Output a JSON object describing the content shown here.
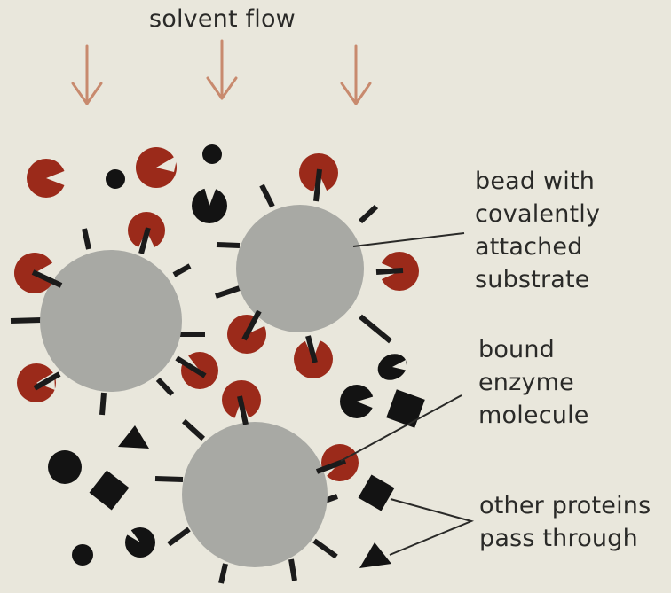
{
  "labels": {
    "solvent_flow": "solvent flow",
    "bead": [
      "bead with",
      "covalently",
      "attached",
      "substrate"
    ],
    "enzyme": [
      "bound",
      "enzyme",
      "molecule"
    ],
    "other": [
      "other proteins",
      "pass through"
    ]
  },
  "colors": {
    "background": "#e9e7dc",
    "bead": "#a8a9a4",
    "enzyme": "#9b2a1a",
    "protein": "#131313",
    "arrow": "#c88a6e",
    "line": "#1b1b1b",
    "text": "#2a2a28"
  }
}
